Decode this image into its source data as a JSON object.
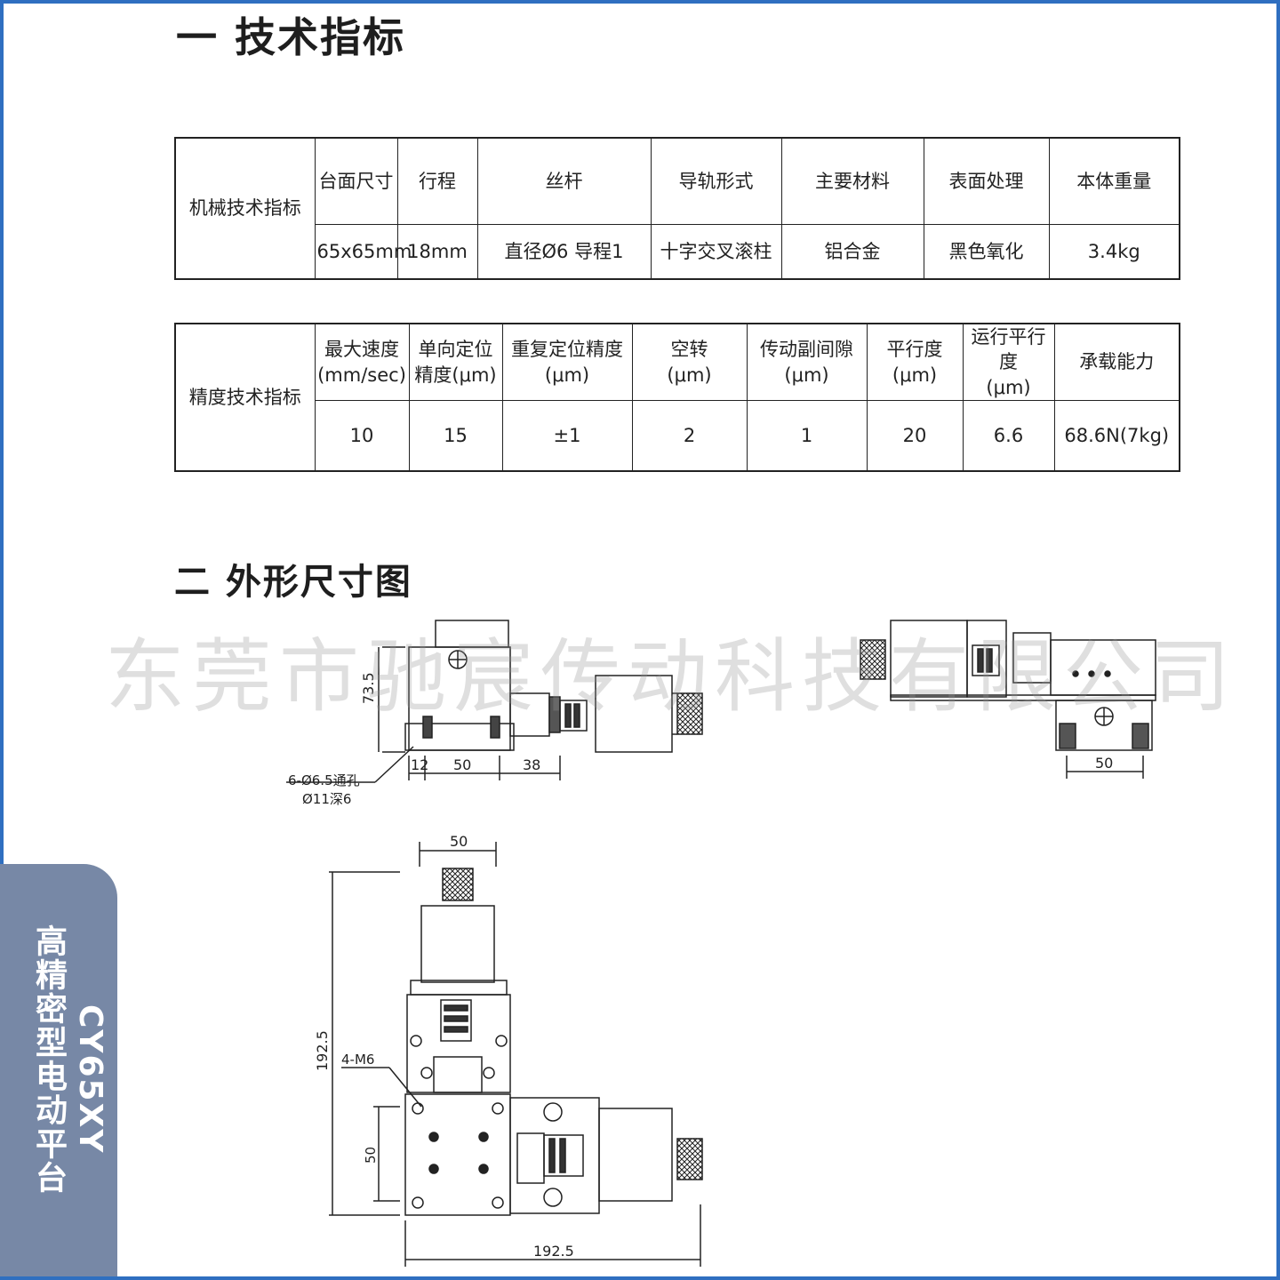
{
  "section1": {
    "title": "一  技术指标"
  },
  "mechanical": {
    "row_header": "机械技术指标",
    "headers": [
      "台面尺寸",
      "行程",
      "丝杆",
      "导轨形式",
      "主要材料",
      "表面处理",
      "本体重量"
    ],
    "values": [
      "65x65mm",
      "18mm",
      "直径Ø6  导程1",
      "十字交叉滚柱",
      "铝合金",
      "黑色氧化",
      "3.4kg"
    ]
  },
  "precision": {
    "row_header": "精度技术指标",
    "headers": [
      "最大速度\n(mm/sec)",
      "单向定位\n精度(μm)",
      "重复定位精度\n(μm)",
      "空转\n(μm)",
      "传动副间隙\n(μm)",
      "平行度\n(μm)",
      "运行平行度\n(μm)",
      "承载能力"
    ],
    "values": [
      "10",
      "15",
      "±1",
      "2",
      "1",
      "20",
      "6.6",
      "68.6N(7kg)"
    ]
  },
  "section2": {
    "title": "二  外形尺寸图"
  },
  "watermark": "东莞市驰宸传动科技有限公司",
  "side_tab": {
    "name": "高精密型电动平台",
    "model": "CY65XY"
  },
  "colors": {
    "frame": "#2f6fc0",
    "tab": "#7788a6",
    "line": "#222222"
  },
  "dimensions": {
    "front": {
      "height": "73.5",
      "d1": "12",
      "d2": "50",
      "d3": "38",
      "note1": "6-Ø6.5通孔",
      "note2": "Ø11深6"
    },
    "side": {
      "width": "50"
    },
    "top": {
      "top_width": "50",
      "total_height": "192.5",
      "thread": "4-M6",
      "inner_height": "50",
      "total_width": "192.5"
    }
  }
}
